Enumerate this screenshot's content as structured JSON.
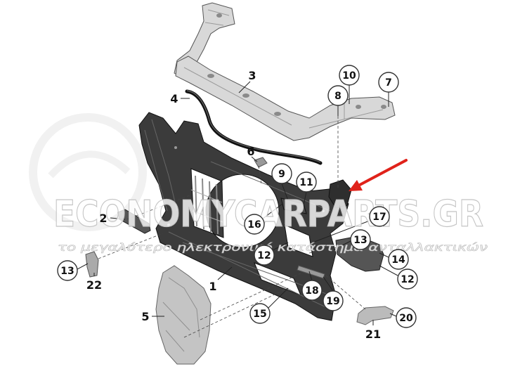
{
  "diagram": {
    "callouts": [
      "3",
      "10",
      "7",
      "8",
      "4",
      "6",
      "9",
      "11",
      "2",
      "16",
      "17",
      "13",
      "12",
      "14",
      "13",
      "12",
      "1",
      "22",
      "18",
      "19",
      "15",
      "5",
      "20",
      "21"
    ]
  },
  "watermark": {
    "brand": "ECONOMYCARPARTS.GR",
    "tagline": "το μεγαλύτερο ηλεκτρονικό κατάστημα ανταλλακτικών"
  },
  "colors": {
    "background": "#ffffff",
    "arrow": "#e0221a",
    "line": "#222222"
  }
}
